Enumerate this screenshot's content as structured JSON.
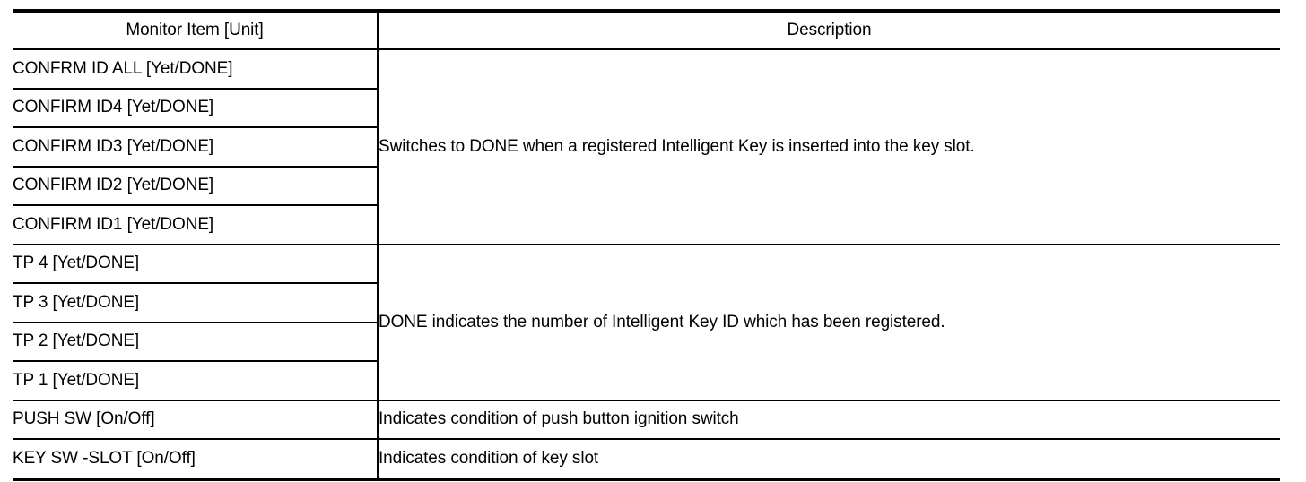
{
  "table": {
    "columns": [
      {
        "key": "item",
        "header": "Monitor Item [Unit]"
      },
      {
        "key": "description",
        "header": "Description"
      }
    ],
    "groups": [
      {
        "description": "Switches to DONE when a registered Intelligent Key is inserted into the key slot.",
        "items": [
          "CONFRM ID ALL [Yet/DONE]",
          "CONFIRM ID4 [Yet/DONE]",
          "CONFIRM ID3 [Yet/DONE]",
          "CONFIRM ID2 [Yet/DONE]",
          "CONFIRM ID1 [Yet/DONE]"
        ]
      },
      {
        "description": "DONE indicates the number of Intelligent Key ID which has been registered.",
        "items": [
          "TP 4 [Yet/DONE]",
          "TP 3 [Yet/DONE]",
          "TP 2 [Yet/DONE]",
          "TP 1 [Yet/DONE]"
        ]
      },
      {
        "description": "Indicates condition of push button ignition switch",
        "items": [
          "PUSH SW [On/Off]"
        ]
      },
      {
        "description": "Indicates condition of key slot",
        "items": [
          "KEY SW -SLOT [On/Off]"
        ]
      }
    ]
  }
}
